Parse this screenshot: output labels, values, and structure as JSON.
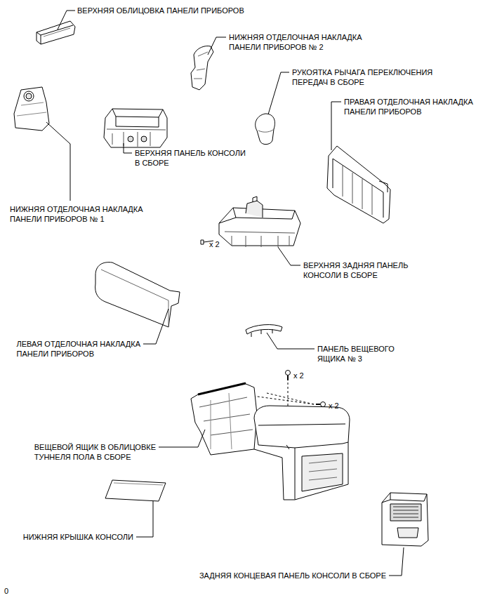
{
  "diagram": {
    "labels": [
      "ВЕРХНЯЯ ОБЛИЦОВКА ПАНЕЛИ ПРИБОРОВ",
      "НИЖНЯЯ ОТДЕЛОЧНАЯ НАКЛАДКА ПАНЕЛИ ПРИБОРОВ № 2",
      "РУКОЯТКА РЫЧАГА ПЕРЕКЛЮЧЕНИЯ ПЕРЕДАЧ В СБОРЕ",
      "ПРАВАЯ ОТДЕЛОЧНАЯ НАКЛАДКА ПАНЕЛИ ПРИБОРОВ",
      "ВЕРХНЯЯ ПАНЕЛЬ КОНСОЛИ В СБОРЕ",
      "НИЖНЯЯ ОТДЕЛОЧНАЯ НАКЛАДКА ПАНЕЛИ ПРИБОРОВ № 1",
      "x 2",
      "ВЕРХНЯЯ ЗАДНЯЯ ПАНЕЛЬ КОНСОЛИ В СБОРЕ",
      "ЛЕВАЯ ОТДЕЛОЧНАЯ НАКЛАДКА ПАНЕЛИ ПРИБОРОВ",
      "ПАНЕЛЬ ВЕЩЕВОГО ЯЩИКА № 3",
      "x 2",
      "x 2",
      "ВЕЩЕВОЙ ЯЩИК В ОБЛИЦОВКЕ ТУННЕЛЯ ПОЛА В СБОРЕ",
      "НИЖНЯЯ КРЫШКА КОНСОЛИ",
      "ЗАДНЯЯ КОНЦЕВАЯ ПАНЕЛЬ КОНСОЛИ В СБОРЕ",
      "0"
    ]
  }
}
